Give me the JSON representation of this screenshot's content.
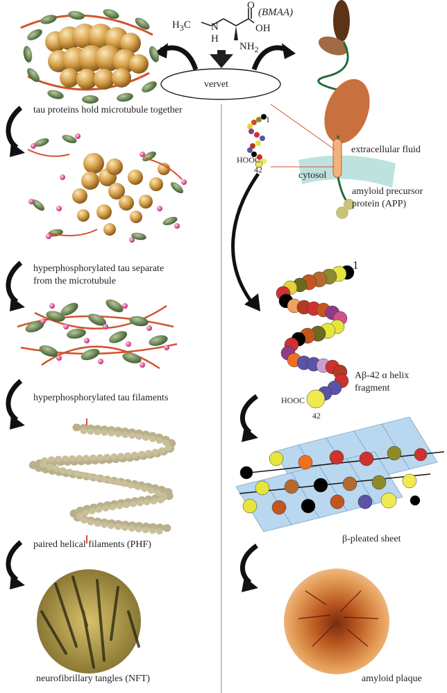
{
  "molecule": {
    "h3c": "H",
    "h3c_sub": "3",
    "h3c_c": "C",
    "n": "N",
    "h": "H",
    "o": "O",
    "oh": "OH",
    "nh2": "NH",
    "nh2_sub": "2",
    "name": "(BMAA)"
  },
  "source": "vervet",
  "left": {
    "s1": "tau proteins hold microtubule together",
    "s2_line1": "hyperphosphorylated tau separate",
    "s2_line2": "from the microtubule",
    "s3": "hyperphosphorylated tau filaments",
    "s4": "paired helical filaments (PHF)",
    "s5": "neurofibrillary tangles (NFT)"
  },
  "right": {
    "small_helix_n": "1",
    "small_helix_c": "HOOC",
    "small_helix_c_num": "42",
    "extracellular": "extracellular fluid",
    "cytosol": "cytosol",
    "app_line1": "amyloid precursor",
    "app_line2": "protein (APP)",
    "big_helix_n": "1",
    "helix_label_line1": "Aβ-42 α helix",
    "helix_label_line2": "fragment",
    "big_helix_c": "HOOC",
    "big_helix_c_num": "42",
    "sheet": "β-pleated sheet",
    "plaque": "amyloid plaque"
  },
  "colors": {
    "divider": "#888888",
    "arrow": "#111111",
    "tubulin": "#d9a94f",
    "tau": "#5d7a4a",
    "phospho": "#c2186b",
    "app_top": "#5a3319",
    "app_body": "#c9713e",
    "membrane": "#aedcd6",
    "sheet": "#b9d7ee"
  }
}
